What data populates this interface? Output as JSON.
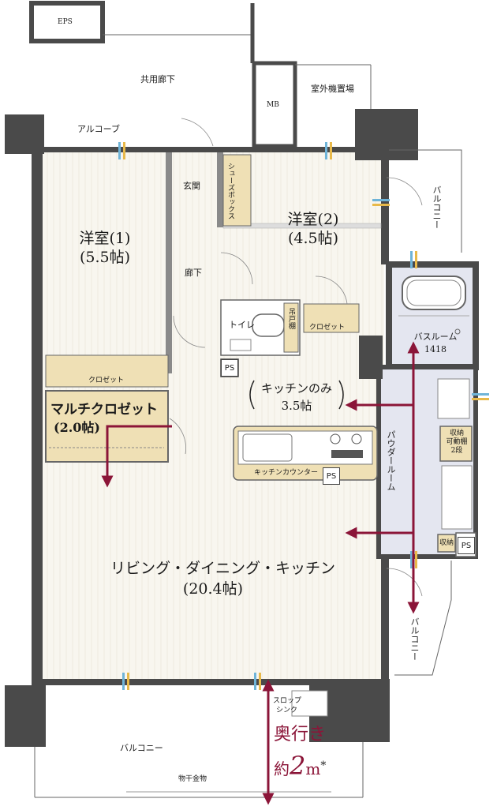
{
  "labels": {
    "eps": "EPS",
    "common_corridor": "共用廊下",
    "mb": "MB",
    "outdoor_unit": "室外機置場",
    "alcove": "アルコーブ",
    "entrance": "玄関",
    "shoe_box": "シューズボックス",
    "balcony_top": "バルコニー",
    "western1_name": "洋室(1)",
    "western1_size": "(5.5帖)",
    "western2_name": "洋室(2)",
    "western2_size": "(4.5帖)",
    "hallway": "廊下",
    "toilet": "トイレ",
    "hanging_shelf": "吊戸棚",
    "closet_a": "クロゼット",
    "closet_b": "クロゼット",
    "bath_name": "バスルーム",
    "bath_size": "1418",
    "ps_1": "PS",
    "ps_2": "PS",
    "ps_3": "PS",
    "multi_closet_name": "マルチクロゼット",
    "multi_closet_size": "(2.0帖)",
    "kitchen_name": "キッチンのみ",
    "kitchen_size": "3.5帖",
    "kitchen_counter": "キッチンカウンター",
    "powder_room": "パウダールーム",
    "storage_line1": "収納",
    "storage_line2": "可動棚",
    "storage_line3": "2段",
    "storage_small": "収納",
    "ldk_name": "リビング・ダイニング・キッチン",
    "ldk_size": "(20.4帖)",
    "balcony_right": "バルコニー",
    "slop_sink_line1": "スロップ",
    "slop_sink_line2": "シンク",
    "balcony_bottom": "バルコニー",
    "clothes_hanger": "物干金物",
    "depth_line1": "奥行き",
    "depth_prefix": "約",
    "depth_value": "2",
    "depth_unit": "m",
    "depth_mark": "*"
  },
  "colors": {
    "wall": "#4a4a4a",
    "floor": "#f8f6ef",
    "storage": "#efe0b5",
    "wet_area": "#e4e6f0",
    "accent": "#8b1538"
  }
}
